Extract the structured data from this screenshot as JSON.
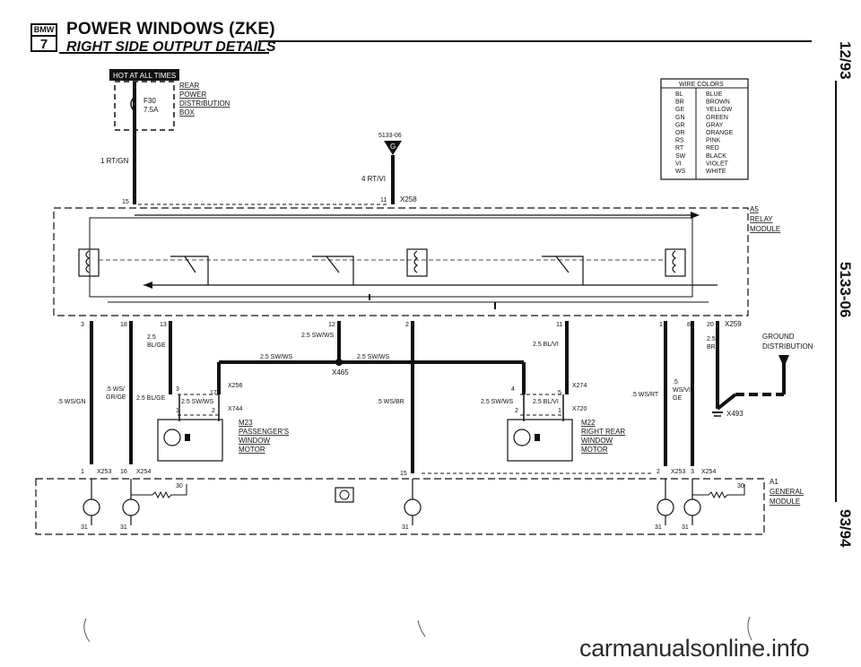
{
  "header": {
    "logo_top": "BMW",
    "logo_num": "7",
    "title": "POWER WINDOWS (ZKE)",
    "subtitle": "RIGHT SIDE OUTPUT DETAILS"
  },
  "side_labels": {
    "date": "12/93",
    "doc_number": "5133-06",
    "model_years": "93/94"
  },
  "hot_label": "HOT AT ALL TIMES",
  "fuse": {
    "id": "F30",
    "rating": "7.5A",
    "box_name": [
      "REAR",
      "POWER",
      "DISTRIBUTION",
      "BOX"
    ]
  },
  "wire_colors": {
    "title": "WIRE COLORS",
    "rows": [
      [
        "BL",
        "BLUE"
      ],
      [
        "BR",
        "BROWN"
      ],
      [
        "GE",
        "YELLOW"
      ],
      [
        "GN",
        "GREEN"
      ],
      [
        "GR",
        "GRAY"
      ],
      [
        "OR",
        "ORANGE"
      ],
      [
        "RS",
        "PINK"
      ],
      [
        "RT",
        "RED"
      ],
      [
        "SW",
        "BLACK"
      ],
      [
        "VI",
        "VIOLET"
      ],
      [
        "WS",
        "WHITE"
      ]
    ]
  },
  "modules": {
    "relay": [
      "A5",
      "RELAY",
      "MODULE"
    ],
    "general": [
      "A1",
      "GENERAL",
      "MODULE"
    ]
  },
  "motors": {
    "passenger": [
      "M23",
      "PASSENGER'S",
      "WINDOW",
      "MOTOR"
    ],
    "right_rear": [
      "M22",
      "RIGHT REAR",
      "WINDOW",
      "MOTOR"
    ]
  },
  "ground_distribution": [
    "GROUND",
    "DISTRIBUTION"
  ],
  "connectors": {
    "x258": "X258",
    "x259": "X259",
    "x465": "X465",
    "x256": "X256",
    "x744": "X744",
    "x274": "X274",
    "x720": "X720",
    "x493": "X493",
    "x253": "X253",
    "x254": "X254",
    "x253b": "X253",
    "x254b": "X254"
  },
  "wires": {
    "w_rtgn": "1 RT/GN",
    "w_rtvi": "4 RT/VI",
    "ref_5133": "5133-06",
    "ref_g": "G",
    "w_blge": [
      "2.5",
      "BL/GE"
    ],
    "w_swws_top": "2.5 SW/WS",
    "w_swws_l": "2.5 SW/WS",
    "w_swws_r": "2.5 SW/WS",
    "w_blvi": "2.5 BL/VI",
    "w_br": [
      "2.5",
      "BR"
    ],
    "w_wsgn": ".5 WS/GN",
    "w_wsgr": [
      ".5 WS/",
      "GR/GE"
    ],
    "w_blge2": "2.5 BL/GE",
    "w_swws_m23": "2.5 SW/WS",
    "w_wsbr": ".5 WS/BR",
    "w_swws_m22": "2.5 SW/WS",
    "w_blvi_m22": "2.5 BL/VI",
    "w_wsrt": ".5 WS/RT",
    "w_wsvige": [
      ".5",
      "WS/VI/",
      "GE"
    ]
  },
  "pins": {
    "p15_top": "15",
    "p11_top": "11",
    "p3": "3",
    "p18": "18",
    "p13": "13",
    "p12": "12",
    "p2": "2",
    "p11": "11",
    "p1": "1",
    "p8": "8",
    "p20": "20",
    "m23_3": "3",
    "m23_17": "17",
    "m23_1": "1",
    "m23_2": "2",
    "m22_4": "4",
    "m22_5": "5",
    "m22_2": "2",
    "m22_1": "1",
    "b1": "1",
    "b16": "16",
    "b15": "15",
    "b2": "2",
    "b3": "3",
    "g30a": "30",
    "g30b": "30",
    "g31a": "31",
    "g31b": "31",
    "g31c": "31",
    "g31d": "31",
    "g31e": "31"
  },
  "watermark": "carmanualsonline.info"
}
